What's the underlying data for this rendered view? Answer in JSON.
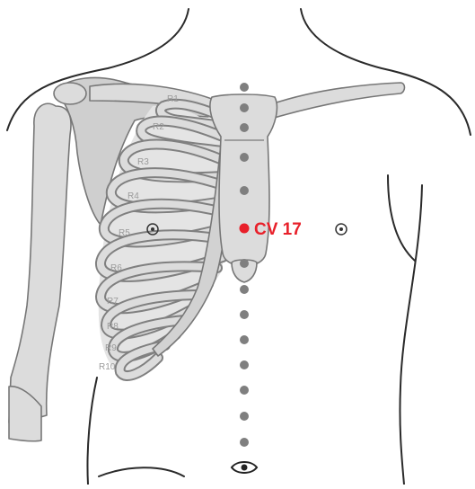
{
  "ribs": [
    "R1",
    "R2",
    "R3",
    "R4",
    "R5",
    "R6",
    "R7",
    "R8",
    "R9",
    "R10"
  ],
  "point": {
    "label": "CV 17",
    "color": "#e8202a"
  },
  "meridian_color": "#7f7f7f",
  "icons": [
    "left-nipple-icon",
    "right-nipple-icon",
    "navel-icon"
  ]
}
